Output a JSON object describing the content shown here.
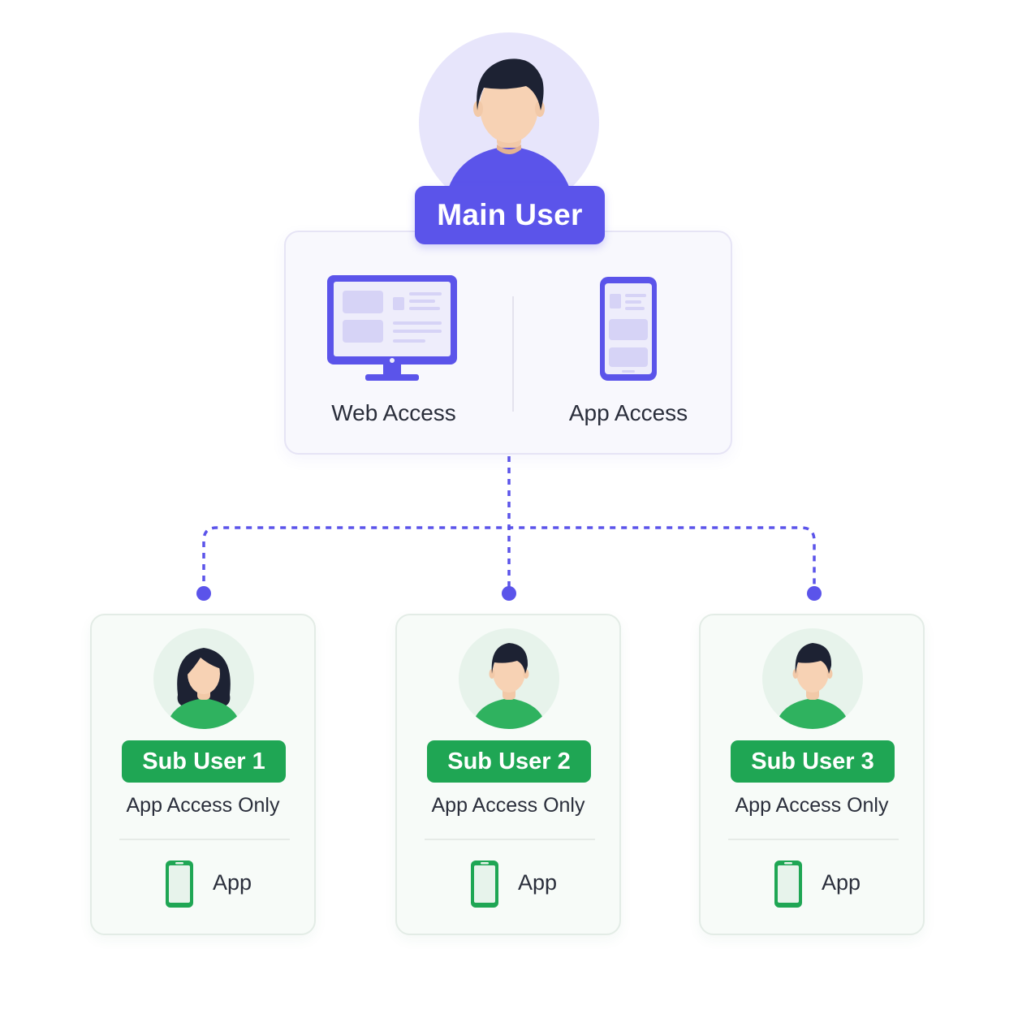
{
  "main_user": {
    "label": "Main User",
    "web_access_label": "Web Access",
    "app_access_label": "App Access"
  },
  "sub_users": [
    {
      "label": "Sub User 1",
      "access": "App Access Only",
      "app_label": "App",
      "avatar": "female-avatar-icon"
    },
    {
      "label": "Sub User 2",
      "access": "App Access Only",
      "app_label": "App",
      "avatar": "male-avatar-icon"
    },
    {
      "label": "Sub User 3",
      "access": "App Access Only",
      "app_label": "App",
      "avatar": "male-avatar-icon"
    }
  ],
  "colors": {
    "primary_purple": "#5b54ea",
    "light_purple": "#e7e5fb",
    "green": "#1fa654",
    "light_green": "#e7f3eb",
    "text": "#2a2e3b"
  }
}
